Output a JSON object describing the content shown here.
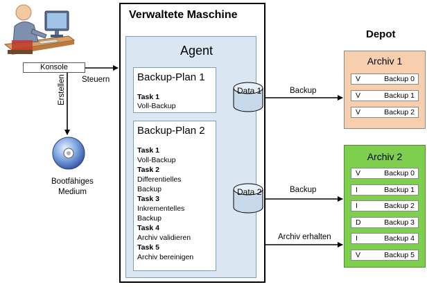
{
  "machine": {
    "title": "Verwaltete Maschine"
  },
  "agent": {
    "title": "Agent"
  },
  "plan1": {
    "title": "Backup-Plan 1",
    "tasks": [
      {
        "name": "Task 1",
        "desc": "Voll-Backup"
      }
    ]
  },
  "plan2": {
    "title": "Backup-Plan 2",
    "lines": [
      {
        "text": "Task 1",
        "bold": true
      },
      {
        "text": "Voll-Backup",
        "bold": false
      },
      {
        "text": "Task 2",
        "bold": true
      },
      {
        "text": "Differentielles",
        "bold": false
      },
      {
        "text": "Backup",
        "bold": false
      },
      {
        "text": "Task 3",
        "bold": true
      },
      {
        "text": "Inkrementelles",
        "bold": false
      },
      {
        "text": "Backup",
        "bold": false
      },
      {
        "text": "Task 4",
        "bold": true
      },
      {
        "text": "Archiv validieren",
        "bold": false
      },
      {
        "text": "Task 5",
        "bold": true
      },
      {
        "text": "Archiv bereinigen",
        "bold": false
      }
    ]
  },
  "data1": {
    "label": "Data 1"
  },
  "data2": {
    "label": "Data 2"
  },
  "console": {
    "label": "Konsole"
  },
  "edges": {
    "steuern": "Steuern",
    "erstellen": "Erstellen",
    "backup1": "Backup",
    "backup2": "Backup",
    "archiv_erhalten": "Archiv erhalten"
  },
  "boot_media": {
    "line1": "Bootfähiges",
    "line2": "Medium"
  },
  "depot": {
    "title": "Depot",
    "archive1": {
      "title": "Archiv 1",
      "color": "#f7cfaf",
      "slots": [
        {
          "type": "V",
          "name": "Backup 0"
        },
        {
          "type": "V",
          "name": "Backup 1"
        },
        {
          "type": "V",
          "name": "Backup 2"
        }
      ]
    },
    "archive2": {
      "title": "Archiv 2",
      "color": "#7ecf4e",
      "slots": [
        {
          "type": "V",
          "name": "Backup 0"
        },
        {
          "type": "I",
          "name": "Backup 1"
        },
        {
          "type": "I",
          "name": "Backup 2"
        },
        {
          "type": "D",
          "name": "Backup 3"
        },
        {
          "type": "I",
          "name": "Backup 4"
        },
        {
          "type": "V",
          "name": "Backup 5"
        }
      ]
    }
  }
}
